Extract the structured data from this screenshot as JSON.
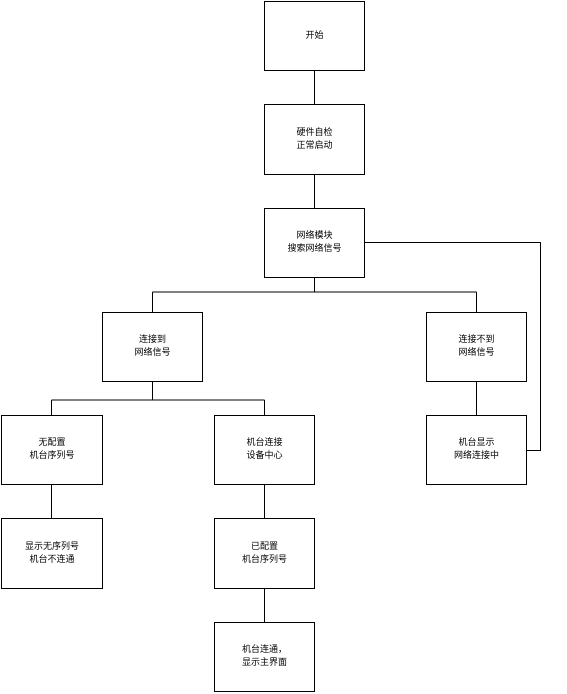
{
  "flowchart": {
    "nodes": [
      {
        "id": "start",
        "lines": [
          "开始"
        ]
      },
      {
        "id": "hardware-check",
        "lines": [
          "硬件自检",
          "正常启动"
        ]
      },
      {
        "id": "network-module",
        "lines": [
          "网络模块",
          "搜索网络信号"
        ]
      },
      {
        "id": "signal-found",
        "lines": [
          "连接到",
          "网络信号"
        ]
      },
      {
        "id": "signal-not-found",
        "lines": [
          "连接不到",
          "网络信号"
        ]
      },
      {
        "id": "no-serial",
        "lines": [
          "无配置",
          "机台序列号"
        ]
      },
      {
        "id": "connect-center",
        "lines": [
          "机台连接",
          "设备中心"
        ]
      },
      {
        "id": "show-connecting",
        "lines": [
          "机台显示",
          "网络连接中"
        ]
      },
      {
        "id": "show-no-serial",
        "lines": [
          "显示无序列号",
          "机台不连通"
        ]
      },
      {
        "id": "serial-configured",
        "lines": [
          "已配置",
          "机台序列号"
        ]
      },
      {
        "id": "connected-main",
        "lines": [
          "机台连通，",
          "显示主界面"
        ]
      }
    ],
    "colors": {
      "line": "#000000",
      "box_border": "#000000",
      "background": "#ffffff",
      "text": "#000000"
    }
  }
}
